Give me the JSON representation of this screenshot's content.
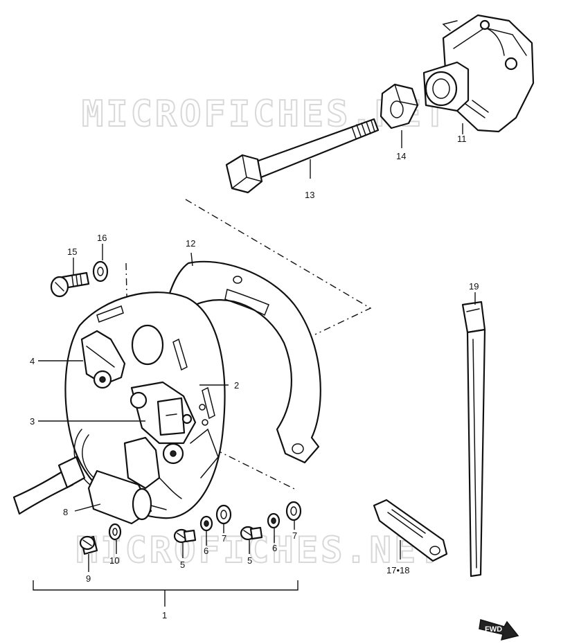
{
  "watermarks": [
    "MICROFICHES.NET",
    "MICROFICHES.NET"
  ],
  "callouts": {
    "c1": "1",
    "c2": "2",
    "c3": "3",
    "c4": "4",
    "c5a": "5",
    "c5b": "5",
    "c6a": "6",
    "c6b": "6",
    "c7a": "7",
    "c7b": "7",
    "c8": "8",
    "c9": "9",
    "c10": "10",
    "c11": "11",
    "c12": "12",
    "c13": "13",
    "c14": "14",
    "c15": "15",
    "c16": "16",
    "c1718": "17•18",
    "c19": "19"
  },
  "direction_label": "FWD"
}
